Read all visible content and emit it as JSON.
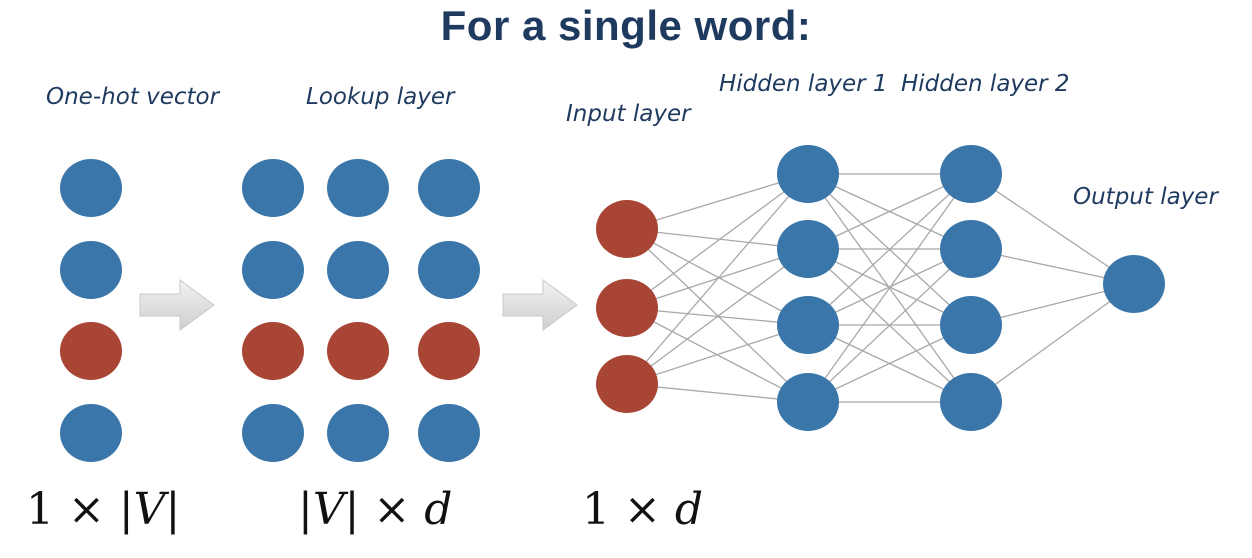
{
  "title": "For a single word:",
  "labels": {
    "one_hot": "One-hot vector",
    "lookup": "Lookup layer",
    "input": "Input layer",
    "hidden1": "Hidden layer 1",
    "hidden2": "Hidden layer 2",
    "output": "Output layer"
  },
  "math": {
    "one_hot_dim": {
      "a": "1 × |",
      "v": "V",
      "b": "|"
    },
    "lookup_dim": {
      "a": "|",
      "v": "V",
      "b": "| × ",
      "d": "d"
    },
    "input_dim": {
      "a": "1 × ",
      "d": "d"
    }
  },
  "colors": {
    "blue": "#3a76aa",
    "red": "#a84535",
    "edge": "#a8a8a8",
    "title": "#1f3a5f",
    "arrow": "#d9d9d9"
  },
  "network": {
    "one_hot_rows": 4,
    "one_hot_active_row": 2,
    "lookup_rows": 4,
    "lookup_cols": 3,
    "lookup_active_row": 2,
    "input_nodes": 3,
    "hidden1_nodes": 4,
    "hidden2_nodes": 4,
    "output_nodes": 1
  }
}
